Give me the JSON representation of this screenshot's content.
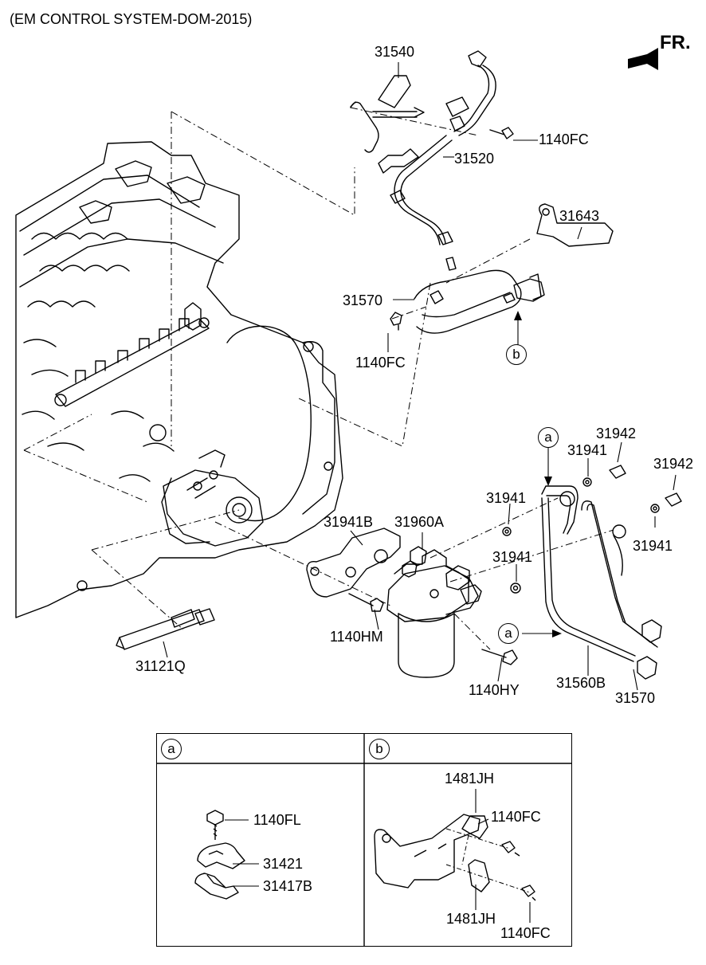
{
  "title": "(EM CONTROL SYSTEM-DOM-2015)",
  "direction_label": "FR.",
  "callouts": {
    "a": "a",
    "b": "b"
  },
  "parts": {
    "p31540": "31540",
    "p1140fc_top": "1140FC",
    "p31520": "31520",
    "p31643": "31643",
    "p31570_top": "31570",
    "p1140fc_mid": "1140FC",
    "p31942_a": "31942",
    "p31941_a": "31941",
    "p31942_b": "31942",
    "p31941_b": "31941",
    "p31941_c": "31941",
    "p31941_d": "31941",
    "p31941b": "31941B",
    "p31960a": "31960A",
    "p1140hm": "1140HM",
    "p1140hy": "1140HY",
    "p31560b": "31560B",
    "p31570_bot": "31570",
    "p31121q": "31121Q"
  },
  "detail_a": {
    "key": "a",
    "p1140fl": "1140FL",
    "p31421": "31421",
    "p31417b": "31417B"
  },
  "detail_b": {
    "key": "b",
    "p1481jh_top": "1481JH",
    "p1140fc_top": "1140FC",
    "p1481jh_bot": "1481JH",
    "p1140fc_bot": "1140FC"
  }
}
